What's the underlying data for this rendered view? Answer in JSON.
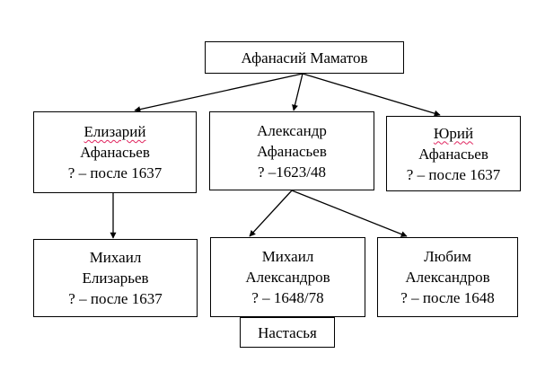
{
  "root": {
    "line1": "Афанасий Маматов"
  },
  "children": {
    "elizariy": {
      "line1": "Елизарий",
      "line2": "Афанасьев",
      "line3": "? – после 1637"
    },
    "aleksandr": {
      "line1": "Александр",
      "line2": "Афанасьев",
      "line3": "? –1623/48"
    },
    "yuriy": {
      "line1": "Юрий",
      "line2": "Афанасьев",
      "line3": "? – после 1637"
    }
  },
  "grandchildren": {
    "mikhail_elizaryev": {
      "line1": "Михаил",
      "line2": "Елизарьев",
      "line3": "? – после 1637"
    },
    "mikhail_aleksandrov": {
      "line1": "Михаил",
      "line2": "Александров",
      "line3": "? – 1648/78"
    },
    "lyubim_aleksandrov": {
      "line1": "Любим",
      "line2": "Александров",
      "line3": "? – после 1648"
    },
    "nastasya": {
      "line1": "Настасья"
    }
  },
  "colors": {
    "line": "#000000",
    "spellcheck_underline": "#e0245e"
  }
}
